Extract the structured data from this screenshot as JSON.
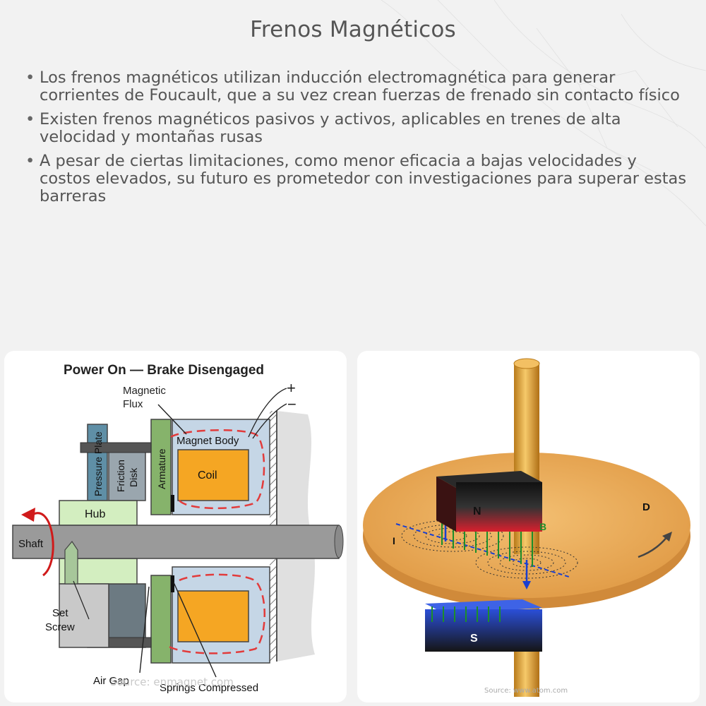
{
  "title": "Frenos Magnéticos",
  "bullets": [
    "Los frenos magnéticos utilizan inducción electromagnética para generar corrientes de Foucault, que a su vez crean fuerzas de frenado sin contacto físico",
    "Existen frenos magnéticos pasivos y activos, aplicables en trenes de alta velocidad y montañas rusas",
    "A pesar de ciertas limitaciones, como menor eficacia a bajas velocidades y costos elevados, su futuro es prometedor con investigaciones para superar estas barreras"
  ],
  "left_diagram": {
    "heading": "Power On — Brake Disengaged",
    "magnetic_flux_line1": "Magnetic",
    "magnetic_flux_line2": "Flux",
    "plus": "+",
    "minus": "−",
    "pressure_plate": "Pressure Plate",
    "friction_line1": "Friction",
    "friction_line2": "Disk",
    "armature": "Armature",
    "magnet_body": "Magnet Body",
    "coil": "Coil",
    "hub": "Hub",
    "shaft": "Shaft",
    "set_screw_line1": "Set",
    "set_screw_line2": "Screw",
    "air_gap": "Air Gap",
    "springs": "Springs Compressed",
    "source": "Source: enmagnet.com"
  },
  "right_diagram": {
    "label_n": "N",
    "label_s": "S",
    "label_d": "D",
    "label_b": "B",
    "label_i": "I",
    "source": "Source: www.atom.com"
  },
  "colors": {
    "pressure_plate": "#5f8fa6",
    "armature": "#86b36b",
    "magnet_body": "#c5d6e6",
    "coil": "#f5a623",
    "hub": "#d3eec0",
    "shaft": "#9a9a9a",
    "flux": "#e23b3b",
    "disk": "#e7a552",
    "north": "#d8202e",
    "south": "#2b4fd8"
  }
}
